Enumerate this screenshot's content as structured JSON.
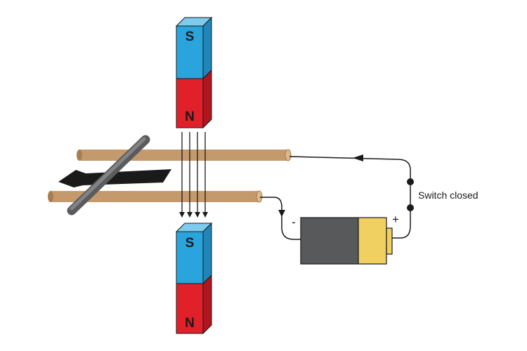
{
  "magnets": {
    "top": {
      "upper_pole": "S",
      "lower_pole": "N"
    },
    "bottom": {
      "upper_pole": "S",
      "lower_pole": "N"
    }
  },
  "battery": {
    "negative_label": "-",
    "positive_label": "+"
  },
  "switch": {
    "label": "Switch closed"
  },
  "colors": {
    "south_pole": "#2aa4dc",
    "north_pole": "#e2202a",
    "rail": "#c49a6c",
    "rod": "#6d6e70",
    "battery_body": "#58595b",
    "battery_cap": "#f0d060",
    "wire": "#1a1a1a"
  }
}
